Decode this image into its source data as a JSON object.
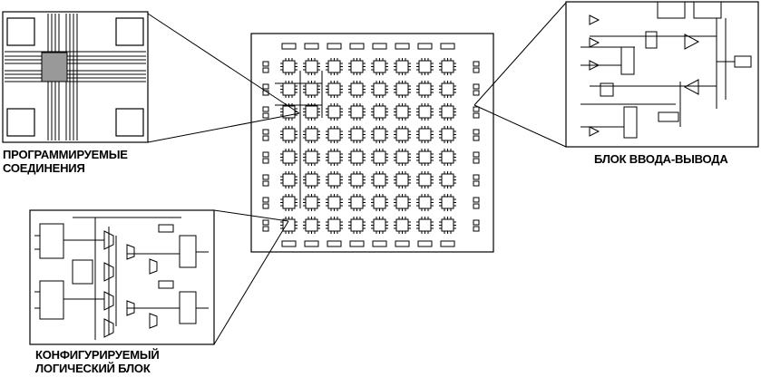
{
  "labels": {
    "interconnect_line1": "ПРОГРАММИРУЕМЫЕ",
    "interconnect_line2": "СОЕДИНЕНИЯ",
    "io_block": "БЛОК ВВОДА-ВЫВОДА",
    "clb_line1": "КОНФИГУРИРУЕМЫЙ",
    "clb_line2": "ЛОГИЧЕСКИЙ БЛОК"
  },
  "chip": {
    "logic_block_rows": 8,
    "logic_block_cols": 8
  },
  "colors": {
    "stroke": "#000000",
    "switch_box_fill": "#999999",
    "background": "#ffffff"
  }
}
